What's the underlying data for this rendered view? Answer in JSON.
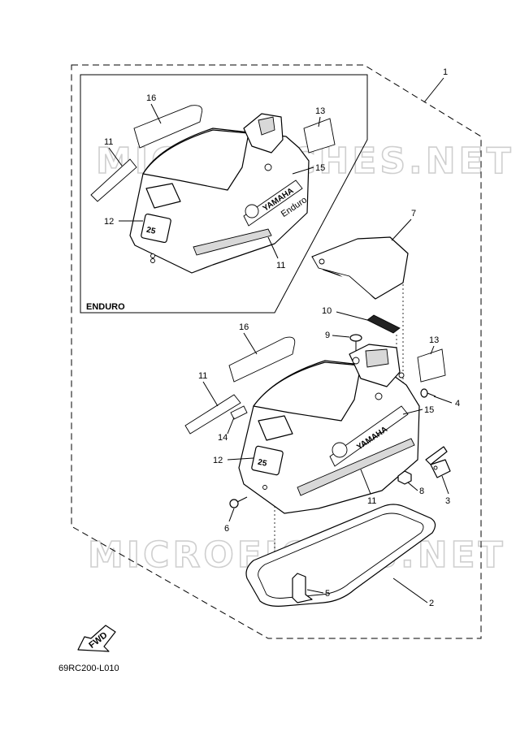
{
  "diagram": {
    "inset_label": "ENDURO",
    "drawing_code": "69RC200-L010",
    "fwd_label": "FWD",
    "watermark": "MICROFICHES.NET",
    "brand_text": "YAMAHA",
    "model_number": "25",
    "enduro_badge": "Enduro"
  },
  "callouts": {
    "c1": "1",
    "c2": "2",
    "c3": "3",
    "c4": "4",
    "c5": "5",
    "c6": "6",
    "c7": "7",
    "c8": "8",
    "c9": "9",
    "c10": "10",
    "c11_inset_a": "11",
    "c11_inset_b": "11",
    "c11_main_a": "11",
    "c11_main_b": "11",
    "c12_inset": "12",
    "c12_main": "12",
    "c13_inset": "13",
    "c13_main": "13",
    "c14": "14",
    "c15_inset": "15",
    "c15_main": "15",
    "c16_inset": "16",
    "c16_main": "16"
  }
}
